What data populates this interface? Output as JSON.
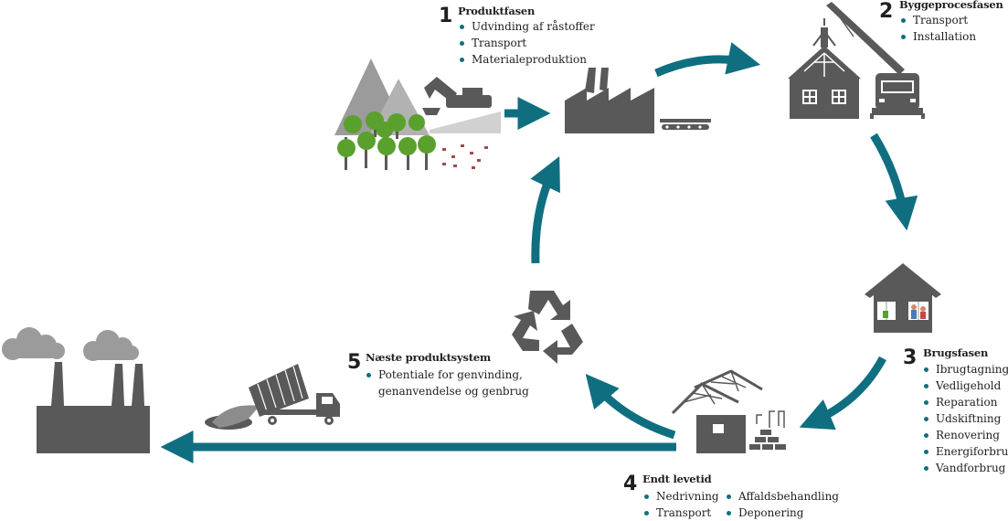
{
  "colors": {
    "accent": "#0f6f80",
    "icon": "#595959",
    "text": "#1f1f1f"
  },
  "phases": {
    "p1": {
      "number": "1",
      "title": "Produktfasen",
      "items": [
        "Udvinding af råstoffer",
        "Transport",
        "Materialeproduktion"
      ]
    },
    "p2": {
      "number": "2",
      "title": "Byggeprocesfasen",
      "items": [
        "Transport",
        "Installation"
      ]
    },
    "p3": {
      "number": "3",
      "title": "Brugsfasen",
      "items": [
        "Ibrugtagning",
        "Vedligehold",
        "Reparation",
        "Udskiftning",
        "Renovering",
        "Energiforbrug",
        "Vandforbrug"
      ]
    },
    "p4": {
      "number": "4",
      "title": "Endt levetid",
      "items_left": [
        "Nedrivning",
        "Transport"
      ],
      "items_right": [
        "Affaldsbehandling",
        "Deponering"
      ]
    },
    "p5": {
      "number": "5",
      "title": "Næste produktsystem",
      "item": "Potentiale for genvinding,",
      "item_cont": "genanvendelse og genbrug"
    }
  },
  "icons": [
    "mountain-forest-excavator-icon",
    "factory-conveyor-icon",
    "house-crane-truck-icon",
    "house-residents-icon",
    "demolition-rubble-icon",
    "recycle-icon",
    "dump-truck-icon",
    "factory-smoke-icon"
  ]
}
